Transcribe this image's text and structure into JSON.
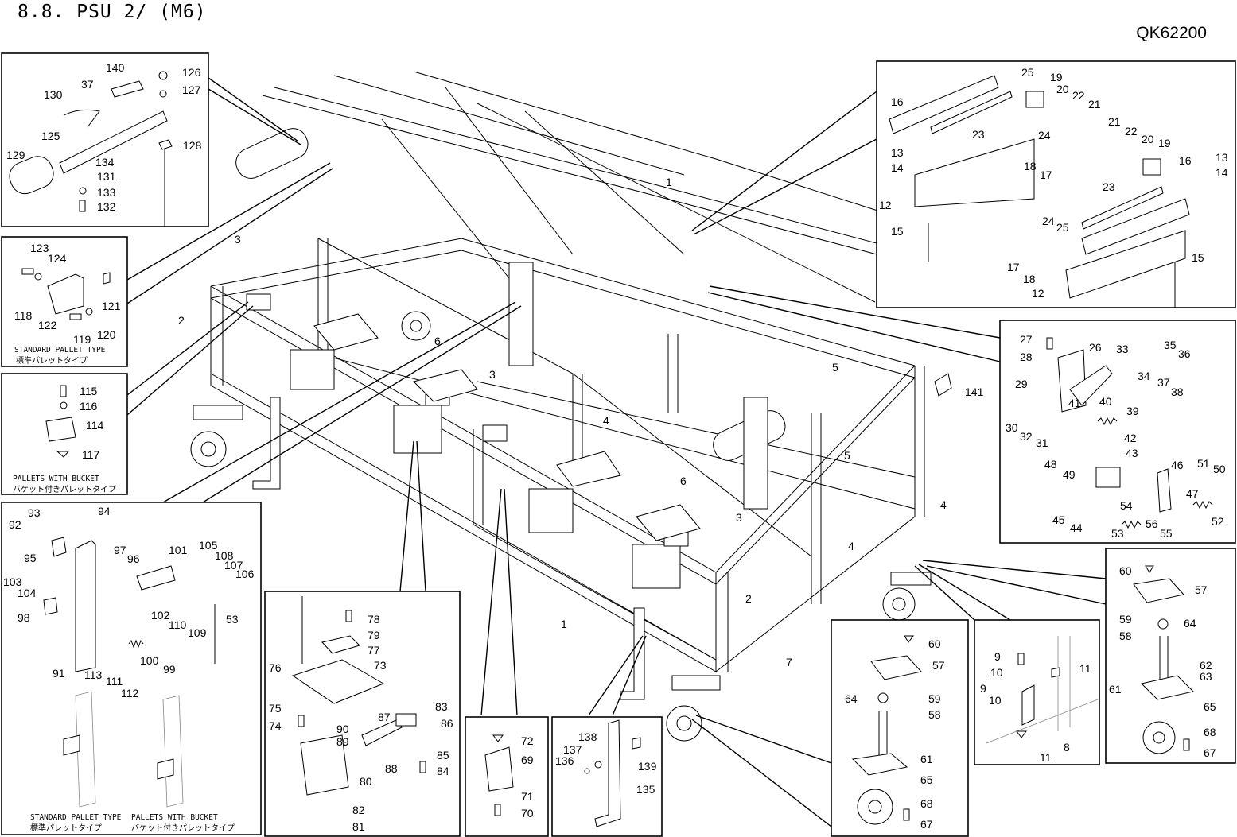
{
  "title": "8.8. PSU 2/ (M6)",
  "drawing_code": "QK62200",
  "main_labels": [
    "1",
    "1",
    "2",
    "2",
    "3",
    "3",
    "3",
    "4",
    "4",
    "4",
    "5",
    "5",
    "6",
    "6",
    "7",
    "141"
  ],
  "box_tl": {
    "labels": [
      "140",
      "126",
      "127",
      "37",
      "130",
      "134",
      "128",
      "129",
      "125",
      "131",
      "133",
      "132"
    ]
  },
  "box_cl1": {
    "labels": [
      "123",
      "124",
      "121",
      "118",
      "122",
      "119",
      "120"
    ],
    "caption_en": "STANDARD PALLET TYPE",
    "caption_jp": "標準パレットタイプ"
  },
  "box_cl2": {
    "labels": [
      "115",
      "116",
      "114",
      "117"
    ],
    "caption_en": "PALLETS WITH BUCKET",
    "caption_jp": "バケット付きパレットタイプ"
  },
  "box_bl": {
    "labels": [
      "94",
      "93",
      "92",
      "95",
      "97",
      "96",
      "101",
      "105",
      "108",
      "107",
      "106",
      "103",
      "104",
      "98",
      "102",
      "110",
      "109",
      "53",
      "91",
      "113",
      "111",
      "100",
      "99",
      "112"
    ],
    "caption1_en": "STANDARD PALLET TYPE",
    "caption1_jp": "標準パレットタイプ",
    "caption2_en": "PALLETS WITH BUCKET",
    "caption2_jp": "バケット付きパレットタイプ"
  },
  "box_bm": {
    "labels": [
      "78",
      "79",
      "77",
      "76",
      "73",
      "75",
      "74",
      "83",
      "87",
      "90",
      "89",
      "86",
      "85",
      "88",
      "84",
      "80",
      "82",
      "81"
    ]
  },
  "box_b3": {
    "labels": [
      "72",
      "69",
      "71",
      "70"
    ]
  },
  "box_b4": {
    "labels": [
      "138",
      "137",
      "136",
      "139",
      "135"
    ]
  },
  "box_tr": {
    "labels": [
      "16",
      "25",
      "19",
      "20",
      "22",
      "21",
      "23",
      "24",
      "13",
      "14",
      "18",
      "17",
      "12",
      "15",
      "21",
      "22",
      "20",
      "19",
      "16",
      "13",
      "14",
      "23",
      "24",
      "25",
      "12",
      "15",
      "17",
      "18"
    ]
  },
  "box_mr": {
    "labels": [
      "27",
      "26",
      "33",
      "35",
      "36",
      "28",
      "34",
      "37",
      "38",
      "29",
      "40",
      "39",
      "30",
      "32",
      "31",
      "41",
      "42",
      "43",
      "48",
      "49",
      "46",
      "51",
      "50",
      "47",
      "54",
      "45",
      "44",
      "56",
      "55",
      "53",
      "52"
    ]
  },
  "box_br1": {
    "labels": [
      "60",
      "57",
      "64",
      "59",
      "58",
      "61",
      "65",
      "68",
      "67"
    ]
  },
  "box_br2": {
    "labels": [
      "9",
      "10",
      "11",
      "9",
      "10",
      "8",
      "11"
    ]
  },
  "box_br3": {
    "labels": [
      "60",
      "57",
      "59",
      "64",
      "58",
      "62",
      "63",
      "61",
      "65",
      "68",
      "67"
    ]
  }
}
